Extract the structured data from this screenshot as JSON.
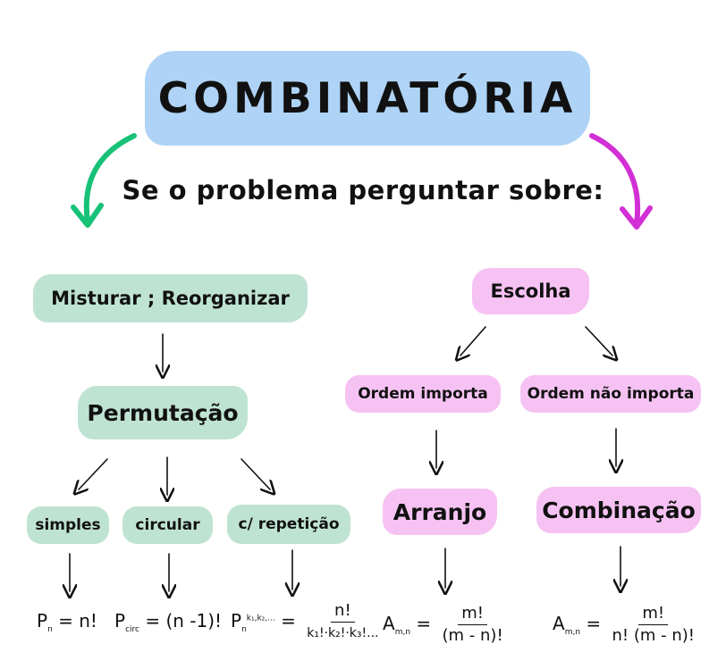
{
  "title": "COMBINATÓRIA",
  "subtitle": "Se o problema perguntar sobre:",
  "left": {
    "concept": "Misturar ; Reorganizar",
    "result": "Permutação",
    "types": [
      "simples",
      "circular",
      "c/ repetição"
    ],
    "formulas": {
      "simple": {
        "symbol": "P",
        "sub": "n",
        "rhs": "= n!"
      },
      "circular": {
        "symbol": "P",
        "sub": "circ",
        "rhs": "= (n -1)!"
      },
      "repetition": {
        "symbol": "P",
        "sub": "n",
        "sup": "k₁,k₂,...",
        "numerator": "n!",
        "denominator": "k₁!·k₂!·k₃!..."
      }
    }
  },
  "right": {
    "concept": "Escolha",
    "branches": [
      "Ordem importa",
      "Ordem não importa"
    ],
    "results": [
      "Arranjo",
      "Combinação"
    ],
    "formulas": {
      "arrangement": {
        "symbol": "A",
        "sub": "m,n",
        "eq": "=",
        "numerator": "m!",
        "denominator": "(m - n)!"
      },
      "combination": {
        "symbol": "A",
        "sub": "m,n",
        "eq": "=",
        "numerator": "m!",
        "denominator": "n! (m - n)!"
      }
    }
  },
  "colors": {
    "title_box": "#aed3f6",
    "mint_box": "#bfe3d3",
    "pink_box": "#f6c2f3",
    "green_arrow": "#17c178",
    "magenta_arrow": "#d22fd6"
  }
}
